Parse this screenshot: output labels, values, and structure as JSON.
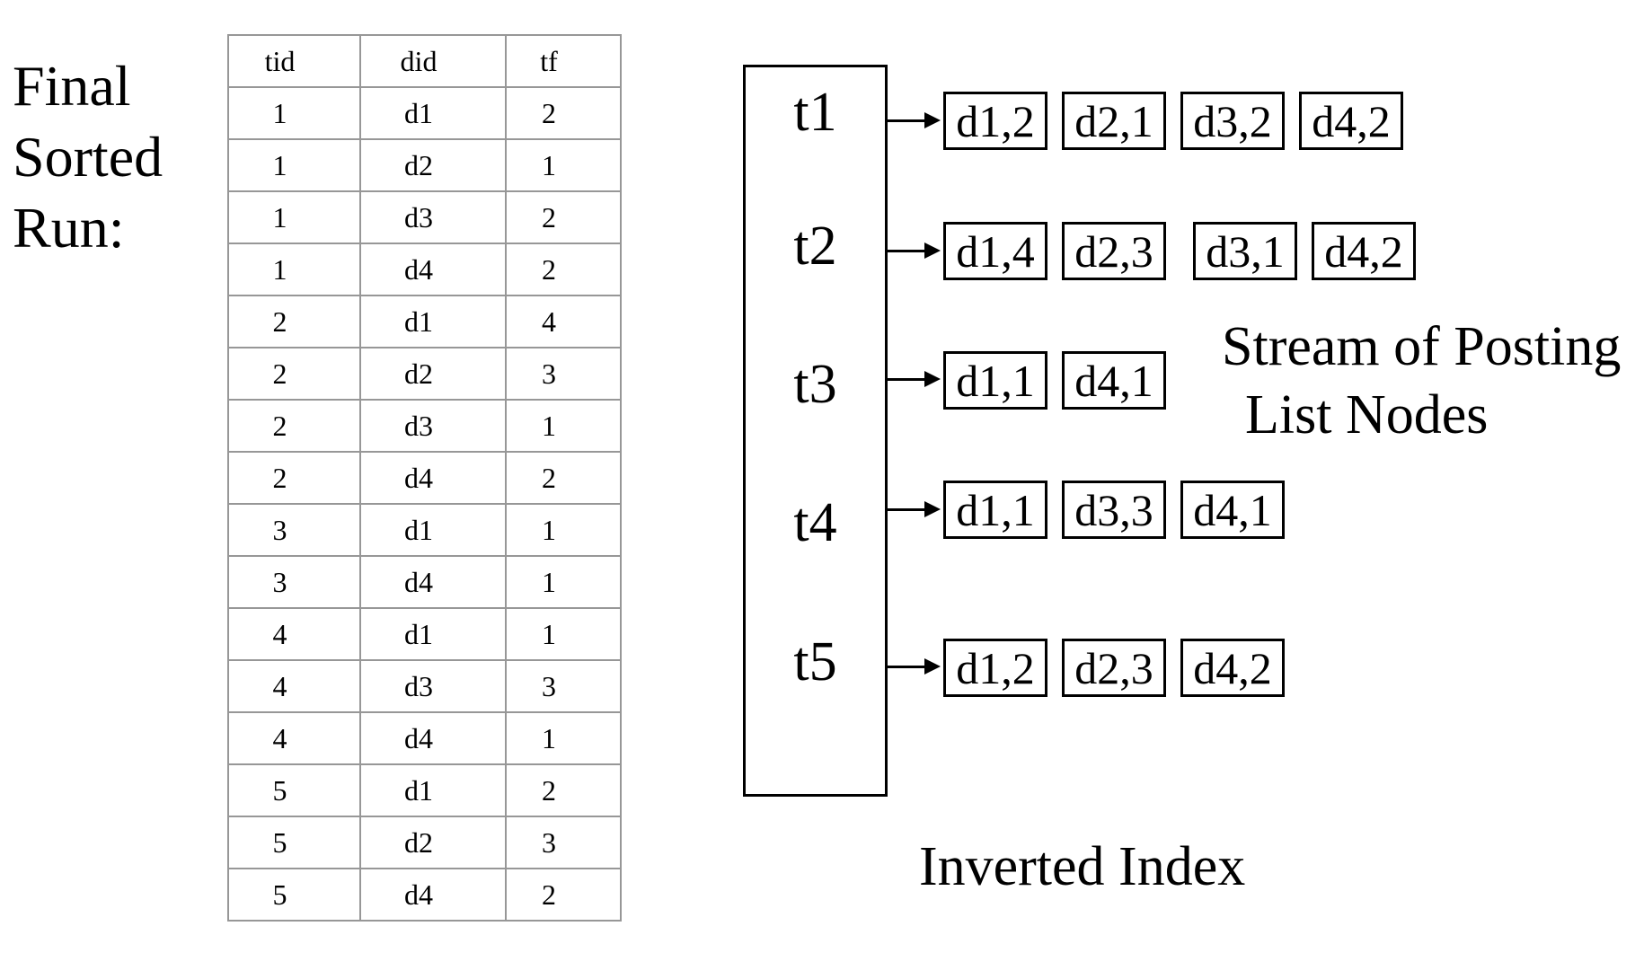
{
  "labels": {
    "final_sorted_run": {
      "line1": "Final",
      "line2": "Sorted",
      "line3": "Run:"
    },
    "stream": {
      "line1": "Stream of Posting",
      "line2": "List Nodes"
    },
    "inverted_index": "Inverted Index"
  },
  "table": {
    "headers": {
      "tid": "tid",
      "did": "did",
      "tf": "tf"
    },
    "rows": [
      {
        "tid": "1",
        "did": "d1",
        "tf": "2"
      },
      {
        "tid": "1",
        "did": "d2",
        "tf": "1"
      },
      {
        "tid": "1",
        "did": "d3",
        "tf": "2"
      },
      {
        "tid": "1",
        "did": "d4",
        "tf": "2"
      },
      {
        "tid": "2",
        "did": "d1",
        "tf": "4"
      },
      {
        "tid": "2",
        "did": "d2",
        "tf": "3"
      },
      {
        "tid": "2",
        "did": "d3",
        "tf": "1"
      },
      {
        "tid": "2",
        "did": "d4",
        "tf": "2"
      },
      {
        "tid": "3",
        "did": "d1",
        "tf": "1"
      },
      {
        "tid": "3",
        "did": "d4",
        "tf": "1"
      },
      {
        "tid": "4",
        "did": "d1",
        "tf": "1"
      },
      {
        "tid": "4",
        "did": "d3",
        "tf": "3"
      },
      {
        "tid": "4",
        "did": "d4",
        "tf": "1"
      },
      {
        "tid": "5",
        "did": "d1",
        "tf": "2"
      },
      {
        "tid": "5",
        "did": "d2",
        "tf": "3"
      },
      {
        "tid": "5",
        "did": "d4",
        "tf": "2"
      }
    ]
  },
  "index": {
    "rows": [
      {
        "term": "t1",
        "nodes": [
          "d1,2",
          "d2,1",
          "d3,2",
          "d4,2"
        ]
      },
      {
        "term": "t2",
        "nodes": [
          "d1,4",
          "d2,3",
          "d3,1",
          "d4,2"
        ]
      },
      {
        "term": "t3",
        "nodes": [
          "d1,1",
          "d4,1"
        ]
      },
      {
        "term": "t4",
        "nodes": [
          "d1,1",
          "d3,3",
          "d4,1"
        ]
      },
      {
        "term": "t5",
        "nodes": [
          "d1,2",
          "d2,3",
          "d4,2"
        ]
      }
    ]
  },
  "colors": {
    "ink": "#000000",
    "table_border": "#979797",
    "background": "#ffffff"
  }
}
